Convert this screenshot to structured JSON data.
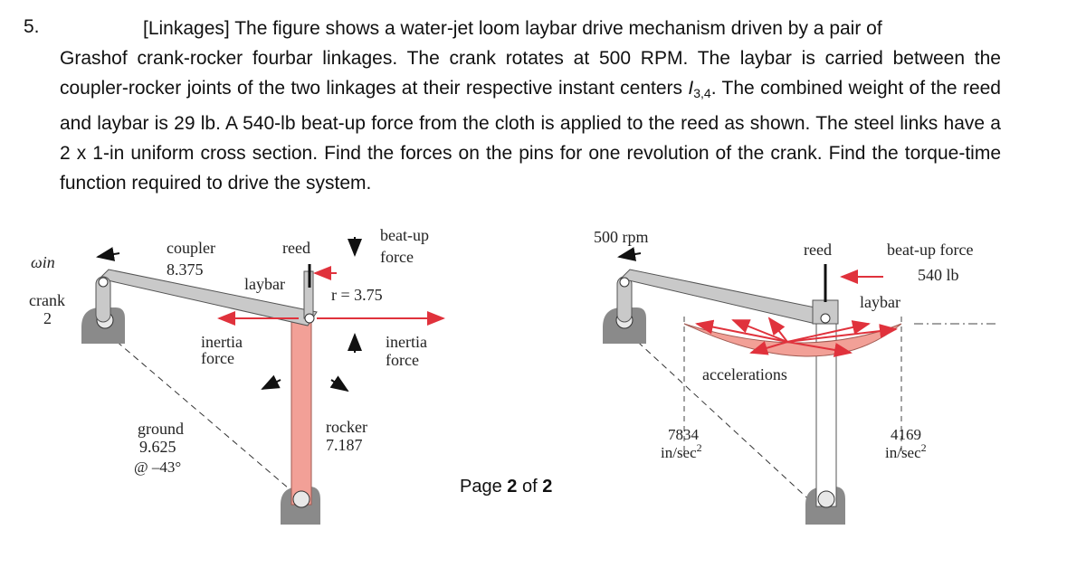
{
  "problem": {
    "number": "5.",
    "tag": "[Linkages]",
    "sentence1a": "The figure shows a water-jet loom laybar drive mechanism driven by a pair of",
    "sentence1b": "Grashof crank-rocker fourbar linkages. The crank rotates at 500 RPM. The laybar is carried between",
    "sentence1c": "the coupler-rocker joints of the two linkages at their respective instant centers",
    "instant_center_symbol": "I",
    "instant_center_sub": "3,4",
    "rest": ". The combined weight of the reed and laybar is 29 lb. A 540-lb beat-up force from the cloth is applied to the reed as shown. The steel links have a",
    "cross_section": "2 x 1",
    "rest2": "-in uniform cross section. Find the forces on the pins for one revolution of the crank. Find the torque-time function required to drive the system."
  },
  "left_figure": {
    "omega": "ωin",
    "crank": "crank",
    "crank_len": "2",
    "coupler": "coupler",
    "coupler_len": "8.375",
    "laybar": "laybar",
    "reed": "reed",
    "beatup1": "beat-up",
    "beatup2": "force",
    "radius": "r = 3.75",
    "inertia_left1": "inertia",
    "inertia_left2": "force",
    "inertia_right1": "inertia",
    "inertia_right2": "force",
    "ground": "ground",
    "ground_len": "9.625",
    "ground_angle": "@ –43°",
    "rocker": "rocker",
    "rocker_len": "7.187"
  },
  "right_figure": {
    "rpm": "500 rpm",
    "reed": "reed",
    "beatup": "beat-up force",
    "beatup_value": "540 lb",
    "laybar": "laybar",
    "accelerations": "accelerations",
    "acc_left": "7834",
    "acc_left_unit": "in/sec",
    "acc_right": "4169",
    "acc_right_unit": "in/sec",
    "unit_exp": "2"
  },
  "footer": {
    "prefix": "Page ",
    "page": "2",
    "mid": " of ",
    "total": "2"
  },
  "colors": {
    "link_gray": "#c9c9c9",
    "rocker_salmon": "#f2a097",
    "arrow_red": "#e0323c",
    "ground": "#8a8a8a"
  }
}
